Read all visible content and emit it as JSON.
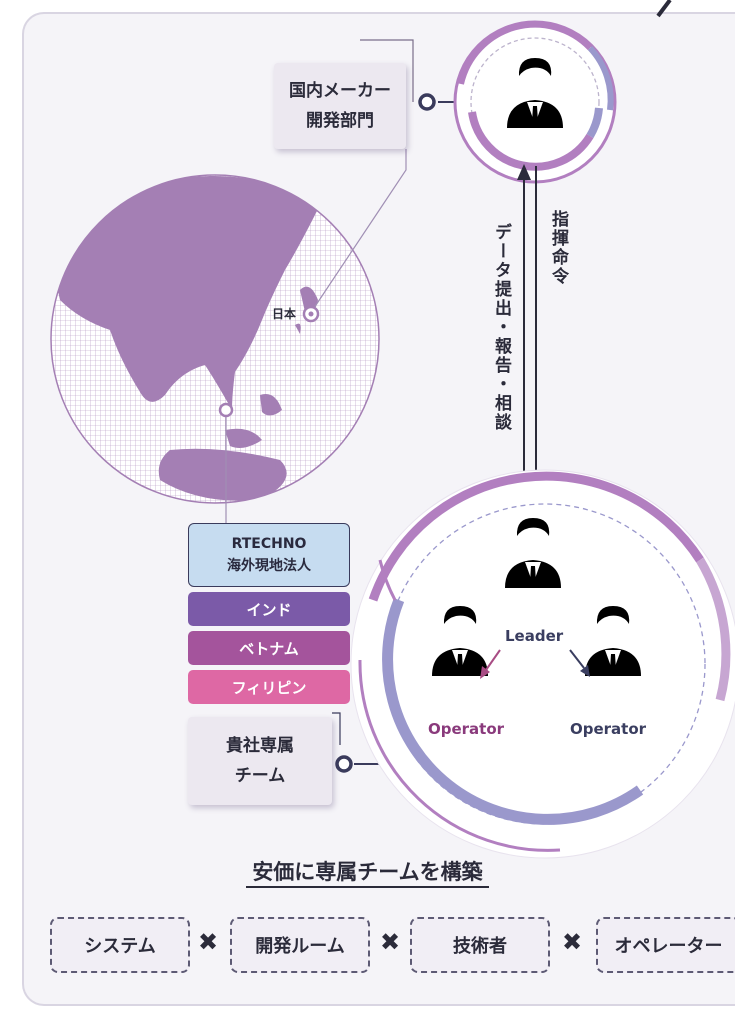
{
  "labels": {
    "maker_line1": "国内メーカー",
    "maker_line2": "開発部門",
    "map_japan": "日本",
    "comm_report": "データ提出・報告・相談",
    "comm_command": "指揮命令",
    "rtechno_line1": "RTECHNO",
    "rtechno_line2": "海外現地法人",
    "team_line1": "貴社専属",
    "team_line2": "チーム"
  },
  "countries": [
    {
      "name": "インド",
      "color": "#7b5aa8"
    },
    {
      "name": "ベトナム",
      "color": "#a4549c"
    },
    {
      "name": "フィリピン",
      "color": "#de68a4"
    }
  ],
  "roles": {
    "leader": "Leader",
    "operator_left": "Operator",
    "operator_right": "Operator"
  },
  "tagline": "安価に専属チームを構築",
  "keywords": [
    "システム",
    "開発ルーム",
    "技術者",
    "オペレーター"
  ],
  "times_symbol": "✖",
  "colors": {
    "globe": "#a47fb4",
    "ring_purple": "#b27fc0",
    "ring_blue": "#9a98cc",
    "person_navy": "#2a3354",
    "person_wine": "#7d2f5e"
  }
}
